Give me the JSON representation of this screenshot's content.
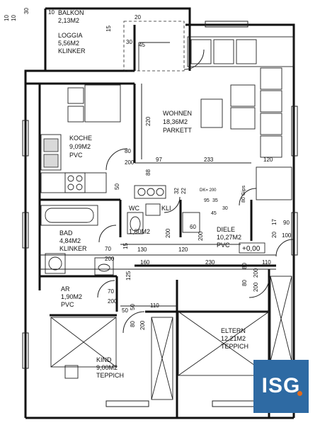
{
  "rooms": {
    "balkon": {
      "name": "BALKON",
      "area": "2,13M2"
    },
    "loggia": {
      "name": "LOGGIA",
      "area": "5,56M2",
      "floor": "KLINKER"
    },
    "wohnen": {
      "name": "WOHNEN",
      "area": "18,36M2",
      "floor": "PARKETT"
    },
    "koche": {
      "name": "KOCHE",
      "area": "9,09M2",
      "floor": "PVC"
    },
    "wc": {
      "name": "WC",
      "area": "1,80M2"
    },
    "bad": {
      "name": "BAD",
      "area": "4,84M2",
      "floor": "KLINKER"
    },
    "diele": {
      "name": "DIELE",
      "area": "10,27M2",
      "floor": "PVC"
    },
    "ar": {
      "name": "AR",
      "area": "1,90M2",
      "floor": "PVC"
    },
    "kind": {
      "name": "KIND",
      "area": "9,00M2",
      "floor": "TEPPICH"
    },
    "eltern": {
      "name": "ELTERN",
      "area": "12,21M2",
      "floor": "TEPPICH"
    }
  },
  "labels": {
    "kli": "KLI",
    "level": "+0,00",
    "gips": "80 Gips",
    "dk": "DK= 200"
  },
  "dims": {
    "d10a": "10",
    "d10b": "10",
    "d30": "30",
    "d10top": "10",
    "d20": "20",
    "d15": "15",
    "d30b": "30",
    "d45": "45",
    "d220": "220",
    "d80k": "80",
    "d200k": "200",
    "d97": "97",
    "d233": "233",
    "d120r": "120",
    "d88": "88",
    "d50k": "50",
    "d32": "32",
    "d22": "22",
    "d45b": "45",
    "d30c": "30",
    "d95": "95",
    "d35": "35",
    "d90": "90",
    "d17": "17",
    "d100": "100",
    "d20b": "20",
    "d60": "60",
    "d200w": "200",
    "d200w2": "200",
    "d70": "70",
    "d200b": "200",
    "d15b": "15",
    "d130": "130",
    "d120": "120",
    "d160": "160",
    "d230": "230",
    "d110": "110",
    "d125": "125",
    "d70a": "70",
    "d200a": "200",
    "d50a": "50",
    "d50b": "50",
    "d110b": "110",
    "d80e": "80",
    "d200e": "200",
    "d80d": "80",
    "d200d": "200",
    "d80ki": "80",
    "d200ki": "200"
  },
  "brand": {
    "logo_text": "ISG",
    "accent": "#2e6aa3",
    "dot": "#e06a1c"
  }
}
